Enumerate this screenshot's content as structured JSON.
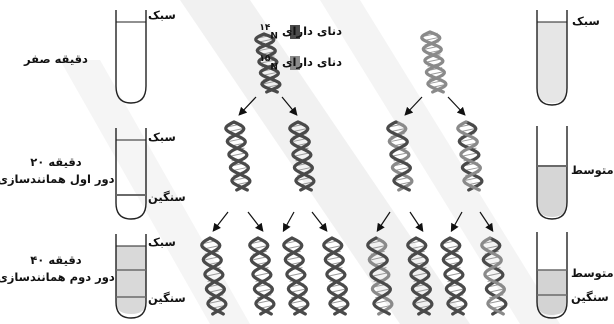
{
  "colors": {
    "light_dna": "#4a4a4a",
    "heavy_dna": "#8a8a8a",
    "tube_outline": "#222222",
    "fill_medium": "#d9d9d9",
    "fill_dense": "#cfcfcf",
    "band": "#6a6a6a",
    "watermark": "#eeeeee"
  },
  "legend": {
    "item_14n": {
      "text": "دنای دارای",
      "sup": "۱۴",
      "sub": "N"
    },
    "item_15n": {
      "text": "دنای دارای",
      "sup": "۱۵",
      "sub": "N"
    }
  },
  "left_column": {
    "row1": {
      "time": "دقیقه صفر",
      "light": "سبک"
    },
    "row2": {
      "time": "دقیقه ۲۰",
      "round": "دور اول همانندسازی",
      "light": "سبک",
      "heavy": "سنگین"
    },
    "row3": {
      "time": "دقیقه ۴۰",
      "round": "دور دوم همانندسازی",
      "light": "سبک",
      "heavy": "سنگین"
    }
  },
  "right_column": {
    "row1": {
      "light": "سبک"
    },
    "row2": {
      "medium": "متوسط"
    },
    "row3": {
      "medium": "متوسط",
      "heavy": "سنگین"
    }
  }
}
